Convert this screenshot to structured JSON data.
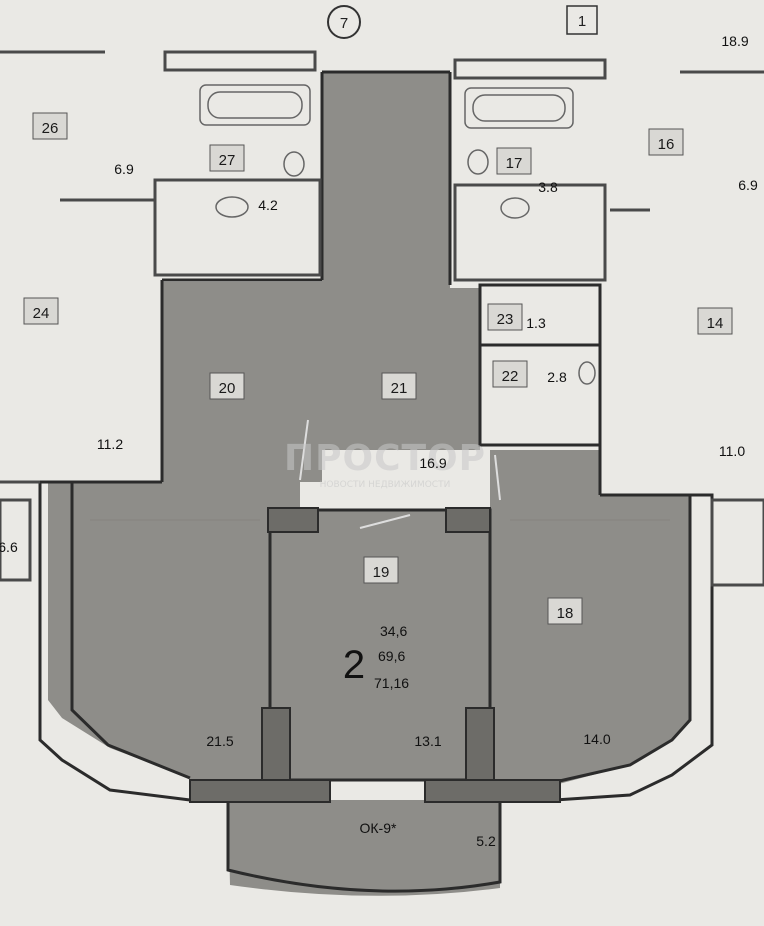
{
  "plan": {
    "section_number": "7",
    "building_mark": "1",
    "apartment": {
      "rooms": "2",
      "living_area": "34,6",
      "total_area": "69,6",
      "total_with_balcony": "71,16"
    },
    "rooms": [
      {
        "id": "19",
        "area": "16.9"
      },
      {
        "id": "18",
        "area": "14.0"
      },
      {
        "id": "20",
        "area": "21.5"
      },
      {
        "id": "21",
        "area": "13.1"
      },
      {
        "id": "22",
        "area": "2.8"
      },
      {
        "id": "23",
        "area": "1.3"
      },
      {
        "id": "balcony",
        "label": "ОК-9*",
        "area": "5.2"
      }
    ],
    "neighbors": [
      {
        "id": "26"
      },
      {
        "id": "27",
        "area": "4.2"
      },
      {
        "id": "24",
        "area": "11.2"
      },
      {
        "id": "17",
        "area": "3.8"
      },
      {
        "id": "16"
      },
      {
        "id": "14",
        "area": "11.0"
      }
    ],
    "side_values": {
      "top_right": "18.9",
      "left_corridor": "6.9",
      "right_corridor": "6.9",
      "left_edge": "6.6"
    },
    "watermark": {
      "title": "ПРОСТОР",
      "subtitle": "НОВОСТИ НЕДВИЖИМОСТИ"
    }
  }
}
